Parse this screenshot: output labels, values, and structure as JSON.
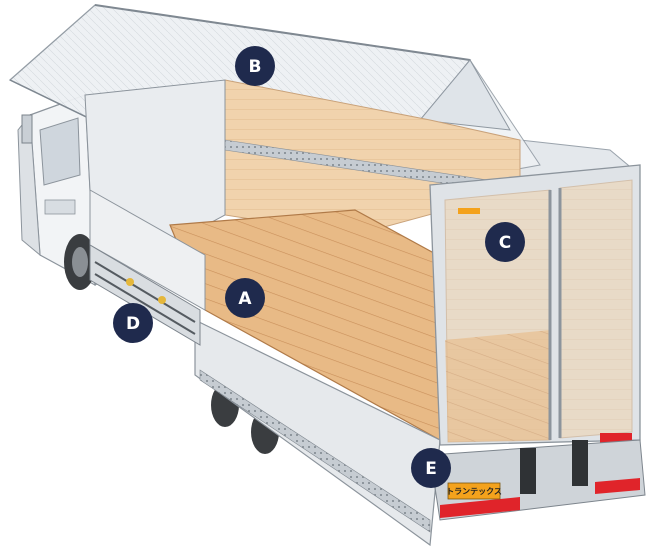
{
  "colors": {
    "callout_fill": "#1f2a4d",
    "callout_text": "#ffffff",
    "wood_floor": "#e8ba86",
    "wood_wall": "#f1d3ad",
    "aluminum": "#e7ebef",
    "frame": "#b9c0c8",
    "brand_plate": "#f4a21c",
    "reflector_red": "#e0242a",
    "reflector_yellow": "#f5c21b"
  },
  "callouts": [
    {
      "id": "A",
      "label": "A"
    },
    {
      "id": "B",
      "label": "B"
    },
    {
      "id": "C",
      "label": "C"
    },
    {
      "id": "D",
      "label": "D"
    },
    {
      "id": "E",
      "label": "E"
    }
  ],
  "brand_plate": {
    "text": "トランテックス"
  }
}
